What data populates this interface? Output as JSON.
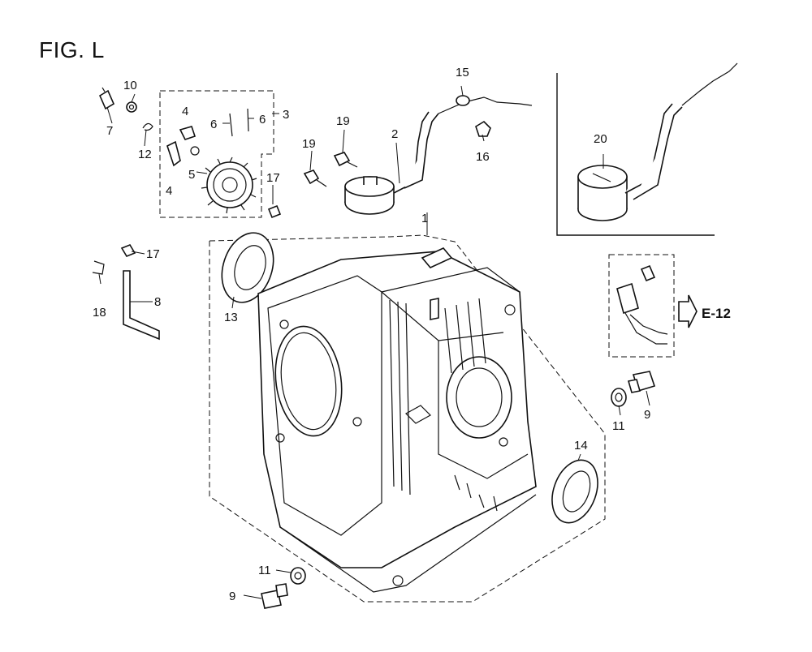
{
  "figure": {
    "title": "FIG. L"
  },
  "callouts": {
    "crankcase": "1",
    "oil_alert_switch": "2",
    "governor_group": "3",
    "washer_4a": "4",
    "washer_4b": "4",
    "governor_gear": "5",
    "pin_6a": "6",
    "pin_6b": "6",
    "governor_holder": "7",
    "governor_arm_shaft": "8",
    "drain_bolt_front": "9",
    "drain_bolt_right": "9",
    "washer_10": "10",
    "drain_washer_front": "11",
    "drain_washer_right": "11",
    "clip_12": "12",
    "oil_seal_left": "13",
    "oil_seal_right": "14",
    "grommet_15": "15",
    "clamp_16": "16",
    "nut_17_upper": "17",
    "nut_17_lower": "17",
    "pin_18": "18",
    "bolt_19_upper": "19",
    "bolt_19_lower": "19",
    "oil_level_switch_alt": "20"
  },
  "reference": {
    "label": "E-12"
  }
}
